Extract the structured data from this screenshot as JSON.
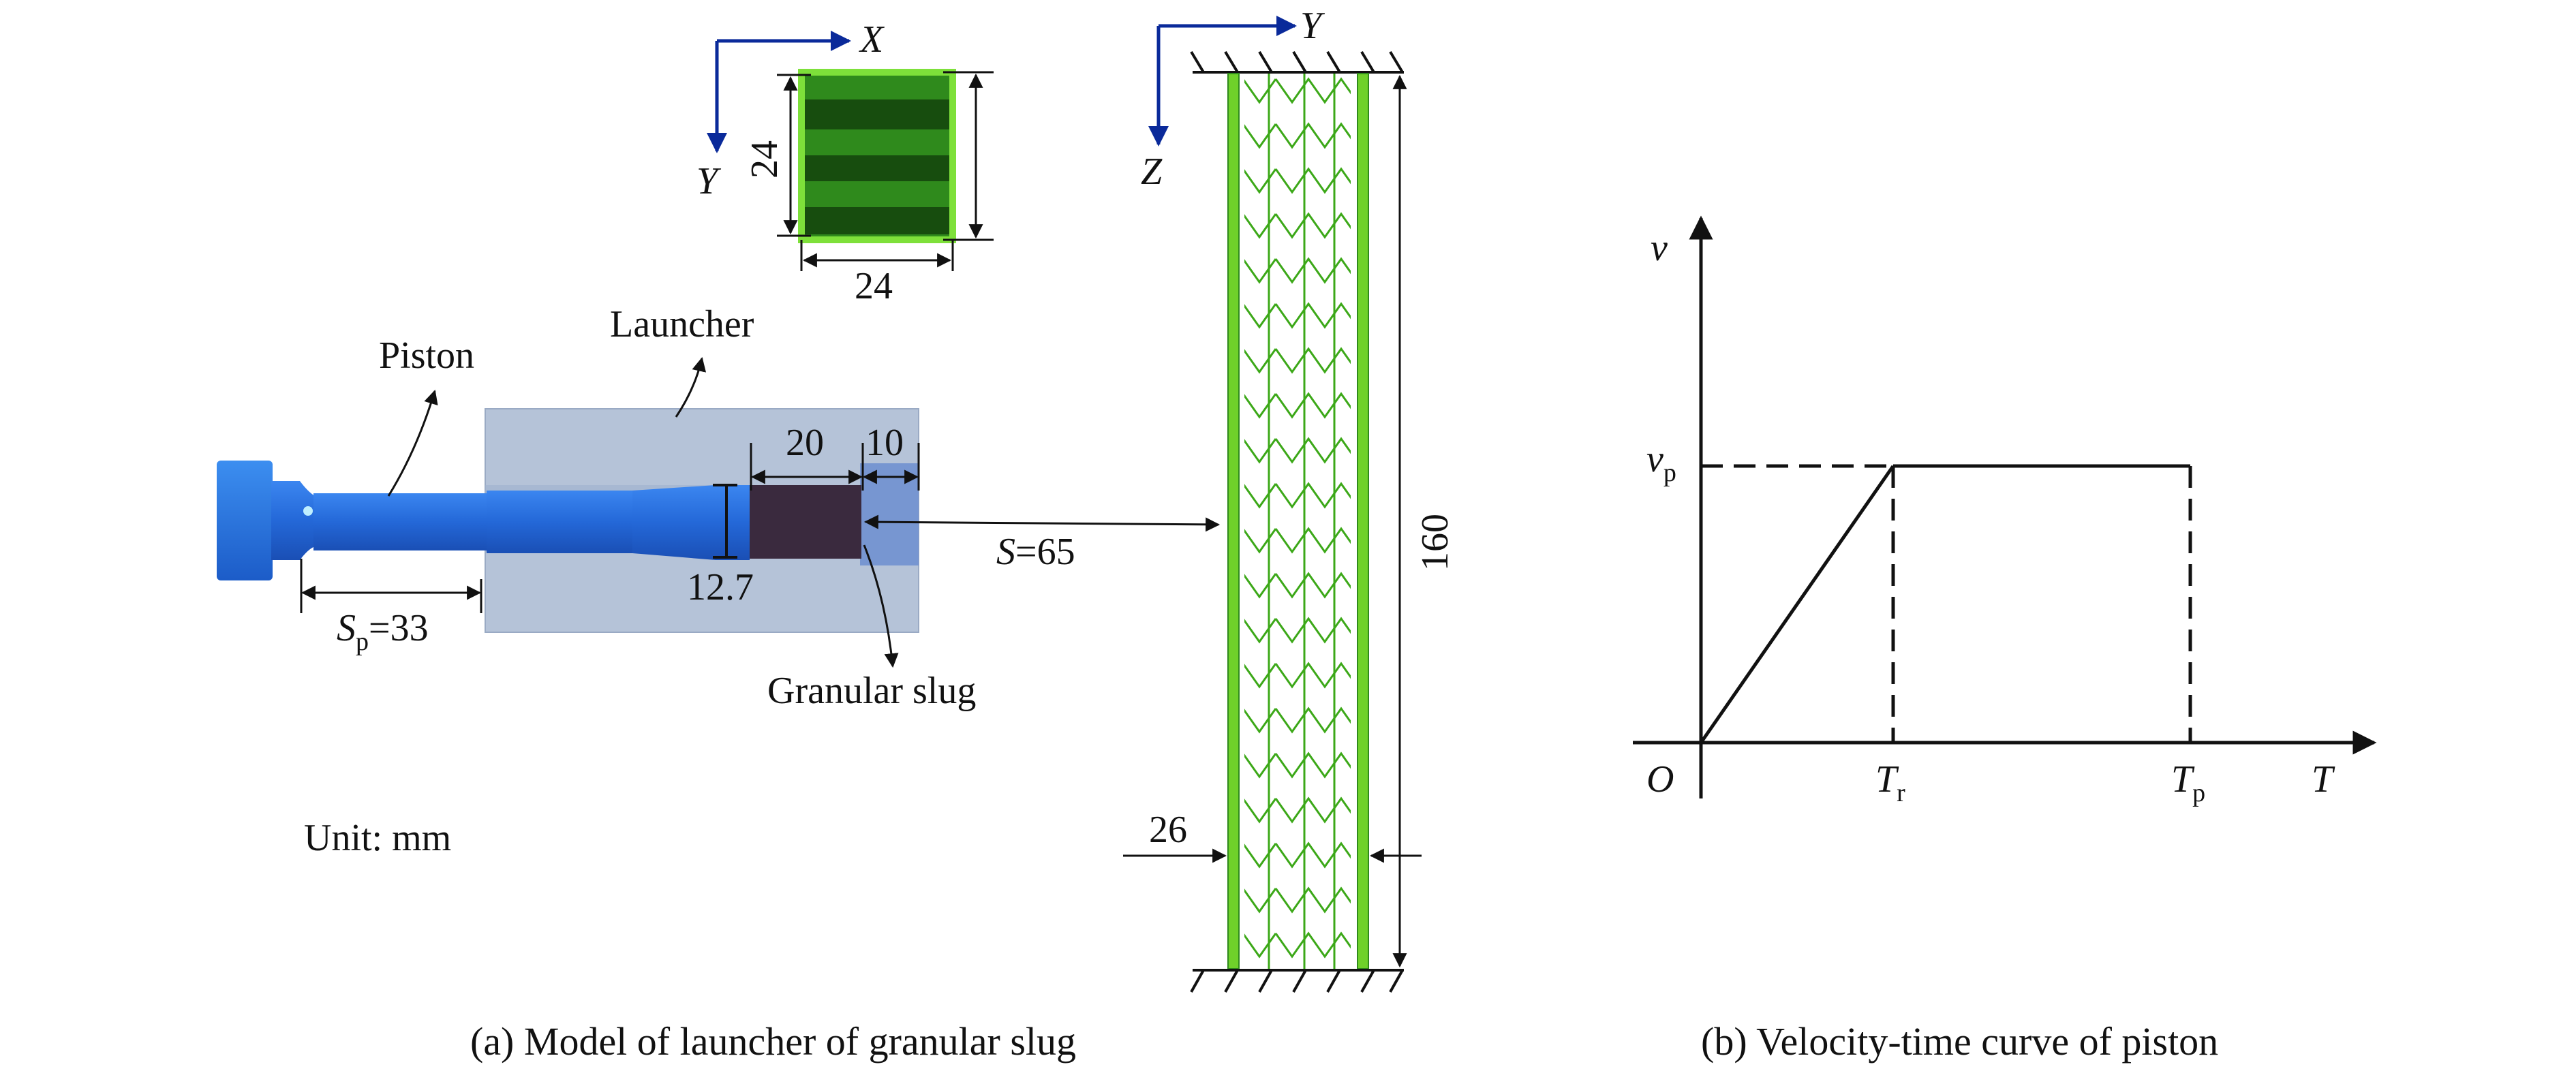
{
  "model": {
    "labels": {
      "launcher": "Launcher",
      "piston": "Piston",
      "granular_slug": "Granular slug",
      "unit": "Unit: mm"
    },
    "dimensions": {
      "slug_length": "20",
      "slug_gap": "10",
      "slug_diameter": "12.7",
      "piston_stroke_symbol": "S",
      "piston_stroke_sub": "p",
      "piston_stroke_value": "=33",
      "standoff_symbol": "S",
      "standoff_value": "=65",
      "section_height": "24",
      "section_width": "24",
      "panel_thickness": "26",
      "panel_length": "160"
    },
    "axes": {
      "section_x": "X",
      "section_y": "Y",
      "panel_y": "Y",
      "panel_z": "Z"
    },
    "caption": "(a) Model of launcher of granular slug"
  },
  "curve": {
    "axis_v": "v",
    "axis_t": "T",
    "origin": "O",
    "vp_main": "v",
    "vp_sub": "p",
    "tr_main": "T",
    "tr_sub": "r",
    "tp_main": "T",
    "tp_sub": "p",
    "caption": "(b) Velocity-time curve of piston"
  },
  "colors": {
    "launcher_body": "#b5c3d8",
    "piston_blue": "#2468d8",
    "piston_dark": "#1a4fb5",
    "slug": "#3a2a3e",
    "panel_green": "#6fd12a",
    "axis_blue": "#0a2a9a"
  }
}
